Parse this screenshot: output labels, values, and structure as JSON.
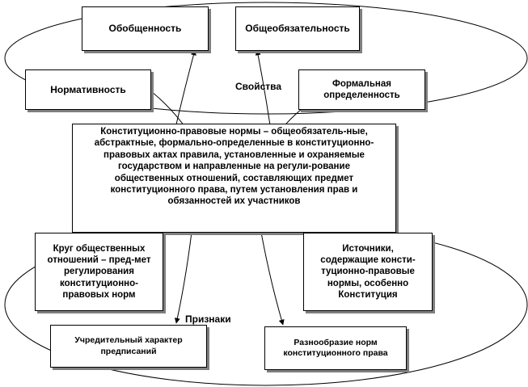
{
  "properties": {
    "group_label": "Свойства",
    "generality": "Обобщенность",
    "universal_binding": "Общеобязательность",
    "normativity": "Нормативность",
    "formal_definiteness": "Формальная определенность"
  },
  "definition": "Конституционно-правовые нормы – общеобязатель-ные, абстрактные, формально-определенные в конституционно-правовых актах правила, установленные и охраняемые государством и направленные на регули-рование общественных отношений, составляющих предмет конституционного права, путем установления прав и обязанностей их участников",
  "features": {
    "group_label": "Признаки",
    "scope": "Круг общественных отношений – пред-мет регулирования конституционно-правовых норм",
    "sources": "Источники, содержащие консти-туционно-правовые нормы, особенно Конституция",
    "constituent": "Учредительный характер предписаний",
    "diversity": "Разнообразие норм конституционного права"
  }
}
